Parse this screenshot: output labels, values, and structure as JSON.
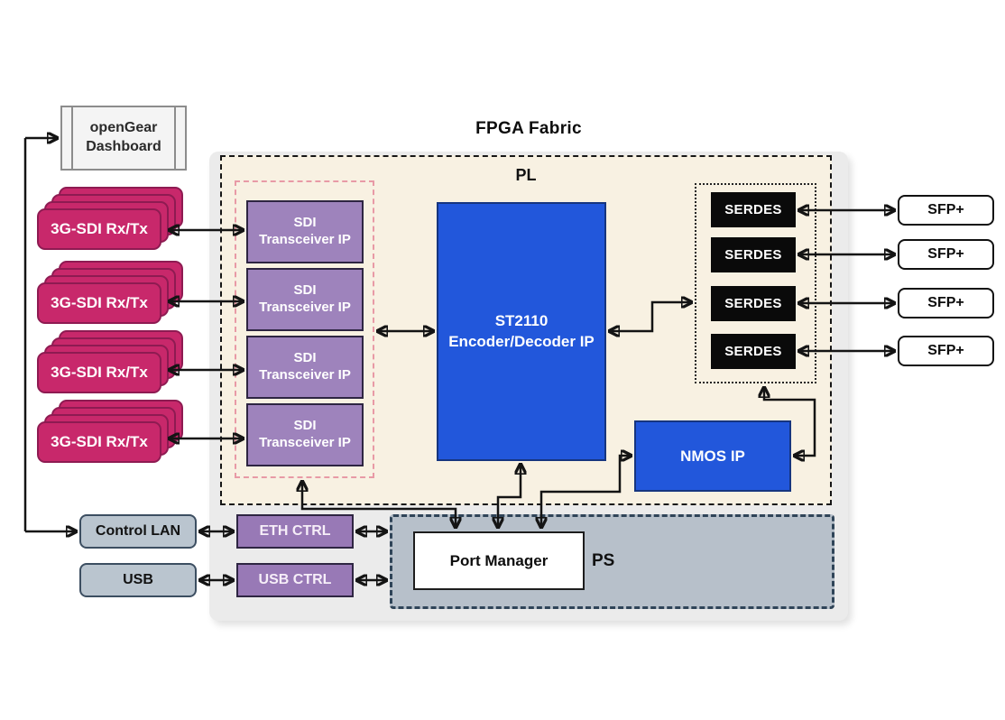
{
  "title": "FPGA Fabric",
  "pl": {
    "label": "PL",
    "sdi_transceiver_group": {
      "items": [
        {
          "line1": "SDI",
          "line2": "Transceiver IP"
        },
        {
          "line1": "SDI",
          "line2": "Transceiver IP"
        },
        {
          "line1": "SDI",
          "line2": "Transceiver IP"
        },
        {
          "line1": "SDI",
          "line2": "Transceiver IP"
        }
      ]
    },
    "st2110": {
      "line1": "ST2110",
      "line2": "Encoder/Decoder IP"
    },
    "serdes": [
      "SERDES",
      "SERDES",
      "SERDES",
      "SERDES"
    ],
    "nmos": "NMOS IP"
  },
  "ps": {
    "label": "PS",
    "port_manager": "Port Manager"
  },
  "controllers": {
    "eth": "ETH CTRL",
    "usb": "USB CTRL"
  },
  "external": {
    "opengear": {
      "line1": "openGear",
      "line2": "Dashboard"
    },
    "sdi_io": [
      "3G-SDI Rx/Tx",
      "3G-SDI Rx/Tx",
      "3G-SDI Rx/Tx",
      "3G-SDI Rx/Tx"
    ],
    "sfp": [
      "SFP+",
      "SFP+",
      "SFP+",
      "SFP+"
    ],
    "control_lan": "Control LAN",
    "usb": "USB"
  },
  "colors": {
    "fabric_panel": "#f8f1e2",
    "shadow_panel": "#ebebeb",
    "blue_ip": "#2257db",
    "purple_ip": "#9e83bc",
    "purple_ctrl": "#9879b6",
    "magenta_io": "#c8286b",
    "magenta_border": "#8e1b52",
    "serdes_black": "#0a0a0a",
    "ps_fill": "#b7c0ca",
    "ps_border": "#2f4458",
    "io_gray": "#bac5cf",
    "pink_group_border": "#e89aa6",
    "wire": "#141414"
  }
}
